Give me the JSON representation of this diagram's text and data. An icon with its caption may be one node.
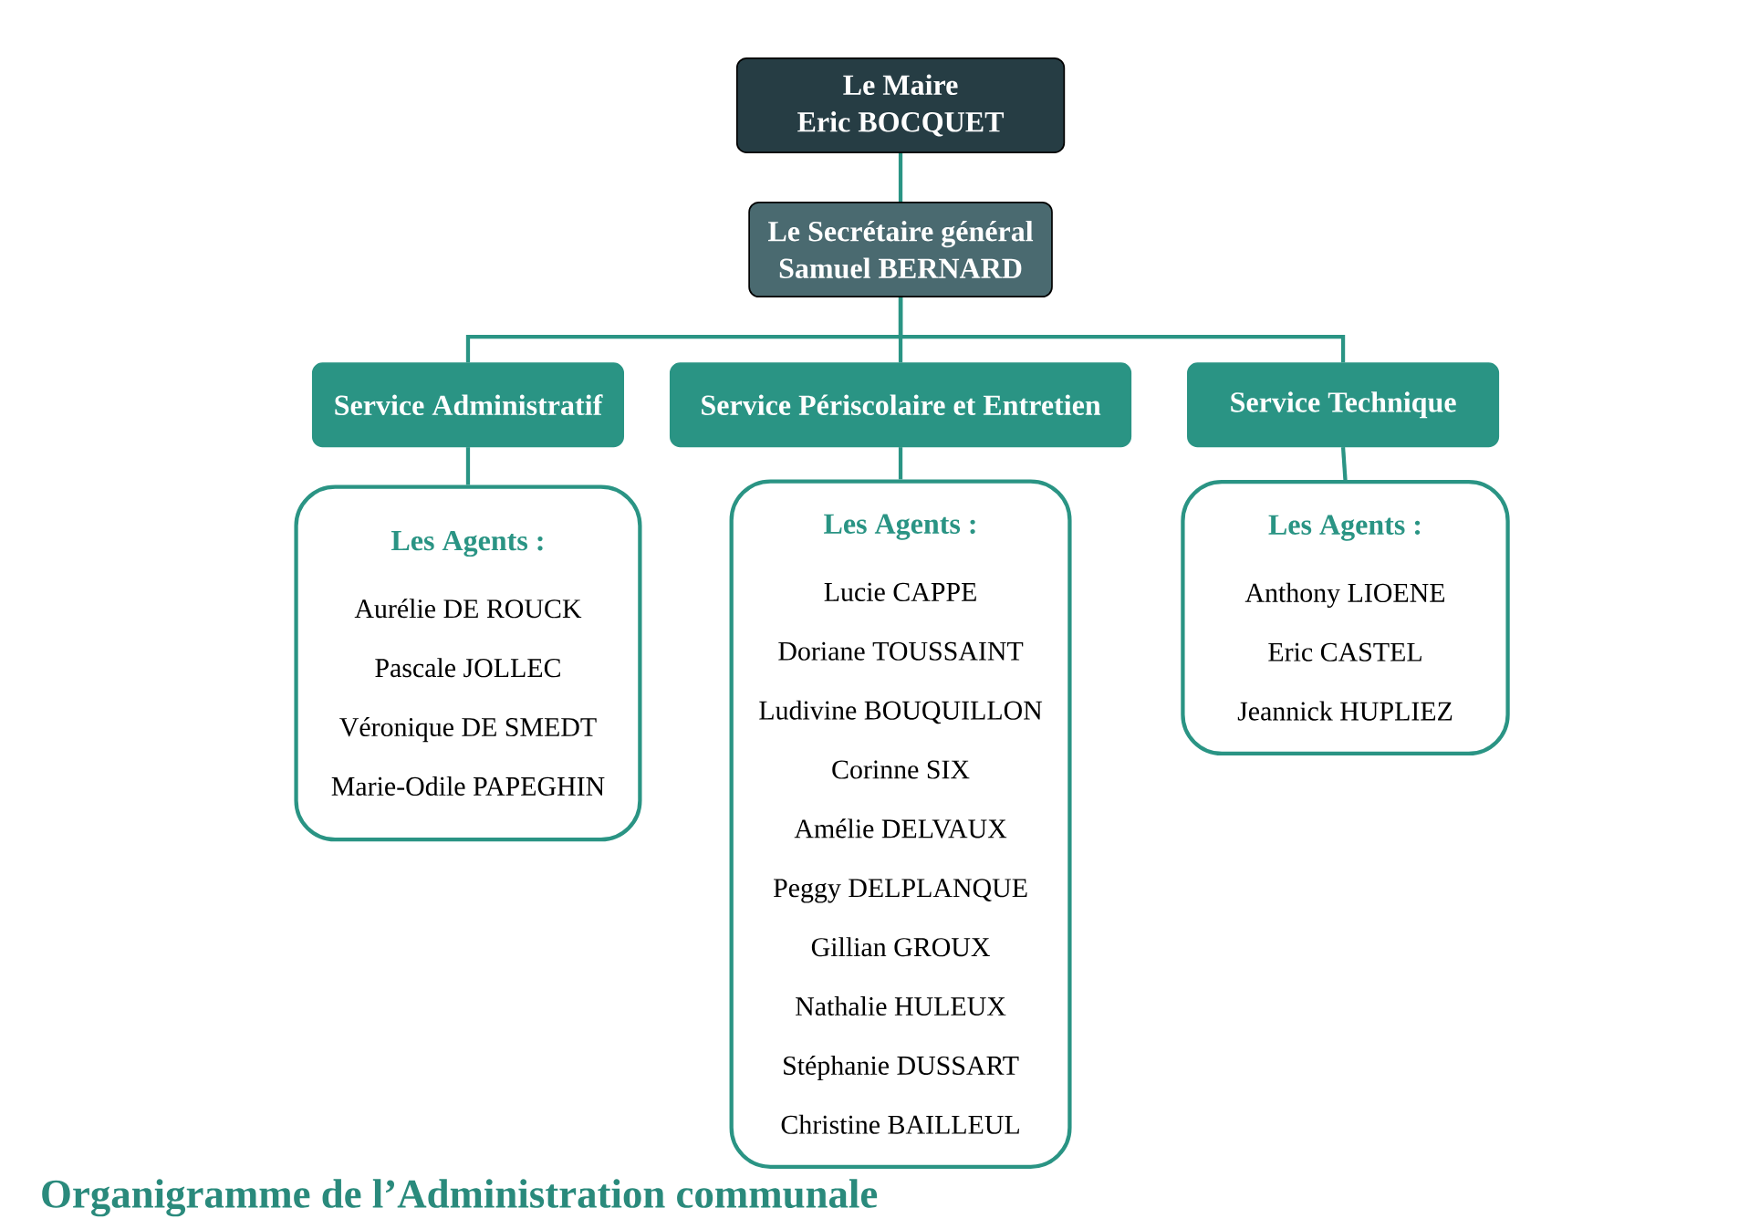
{
  "diagram": {
    "title": "Organigramme de l’Administration communale",
    "nodes": [
      {
        "text": [
          "Le Maire",
          "Eric BOCQUET"
        ]
      },
      {
        "text": [
          "Le Secrétaire général",
          "Samuel BERNARD"
        ]
      },
      {
        "text": [
          "Service Administratif"
        ]
      },
      {
        "text": [
          "Service Périscolaire et Entretien"
        ]
      },
      {
        "text": [
          "Service Technique"
        ]
      },
      {
        "text": [
          "Les Agents :",
          "Aurélie DE ROUCK",
          "Pascale JOLLEC",
          "Véronique DE SMEDT",
          "Marie-Odile PAPEGHIN"
        ]
      },
      {
        "text": [
          "Les Agents :",
          "Lucie CAPPE",
          "Doriane TOUSSAINT",
          "Ludivine BOUQUILLON",
          "Corinne SIX",
          "Amélie DELVAUX",
          "Peggy DELPLANQUE",
          "Gillian GROUX",
          "Nathalie HULEUX",
          "Stéphanie DUSSART",
          "Christine BAILLEUL"
        ]
      },
      {
        "text": [
          "Les Agents :",
          "Anthony LIOENE",
          "Eric CASTEL",
          "Jeannick HUPLIEZ"
        ]
      }
    ],
    "edges": [
      {
        "from": 0,
        "to": 1,
        "arrow": "none"
      },
      {
        "from": 1,
        "to": 2,
        "arrow": "none"
      },
      {
        "from": 1,
        "to": 3,
        "arrow": "none"
      },
      {
        "from": 1,
        "to": 4,
        "arrow": "none"
      },
      {
        "from": 2,
        "to": 5,
        "arrow": "none"
      },
      {
        "from": 3,
        "to": 6,
        "arrow": "none"
      },
      {
        "from": 4,
        "to": 7,
        "arrow": "none"
      }
    ]
  }
}
